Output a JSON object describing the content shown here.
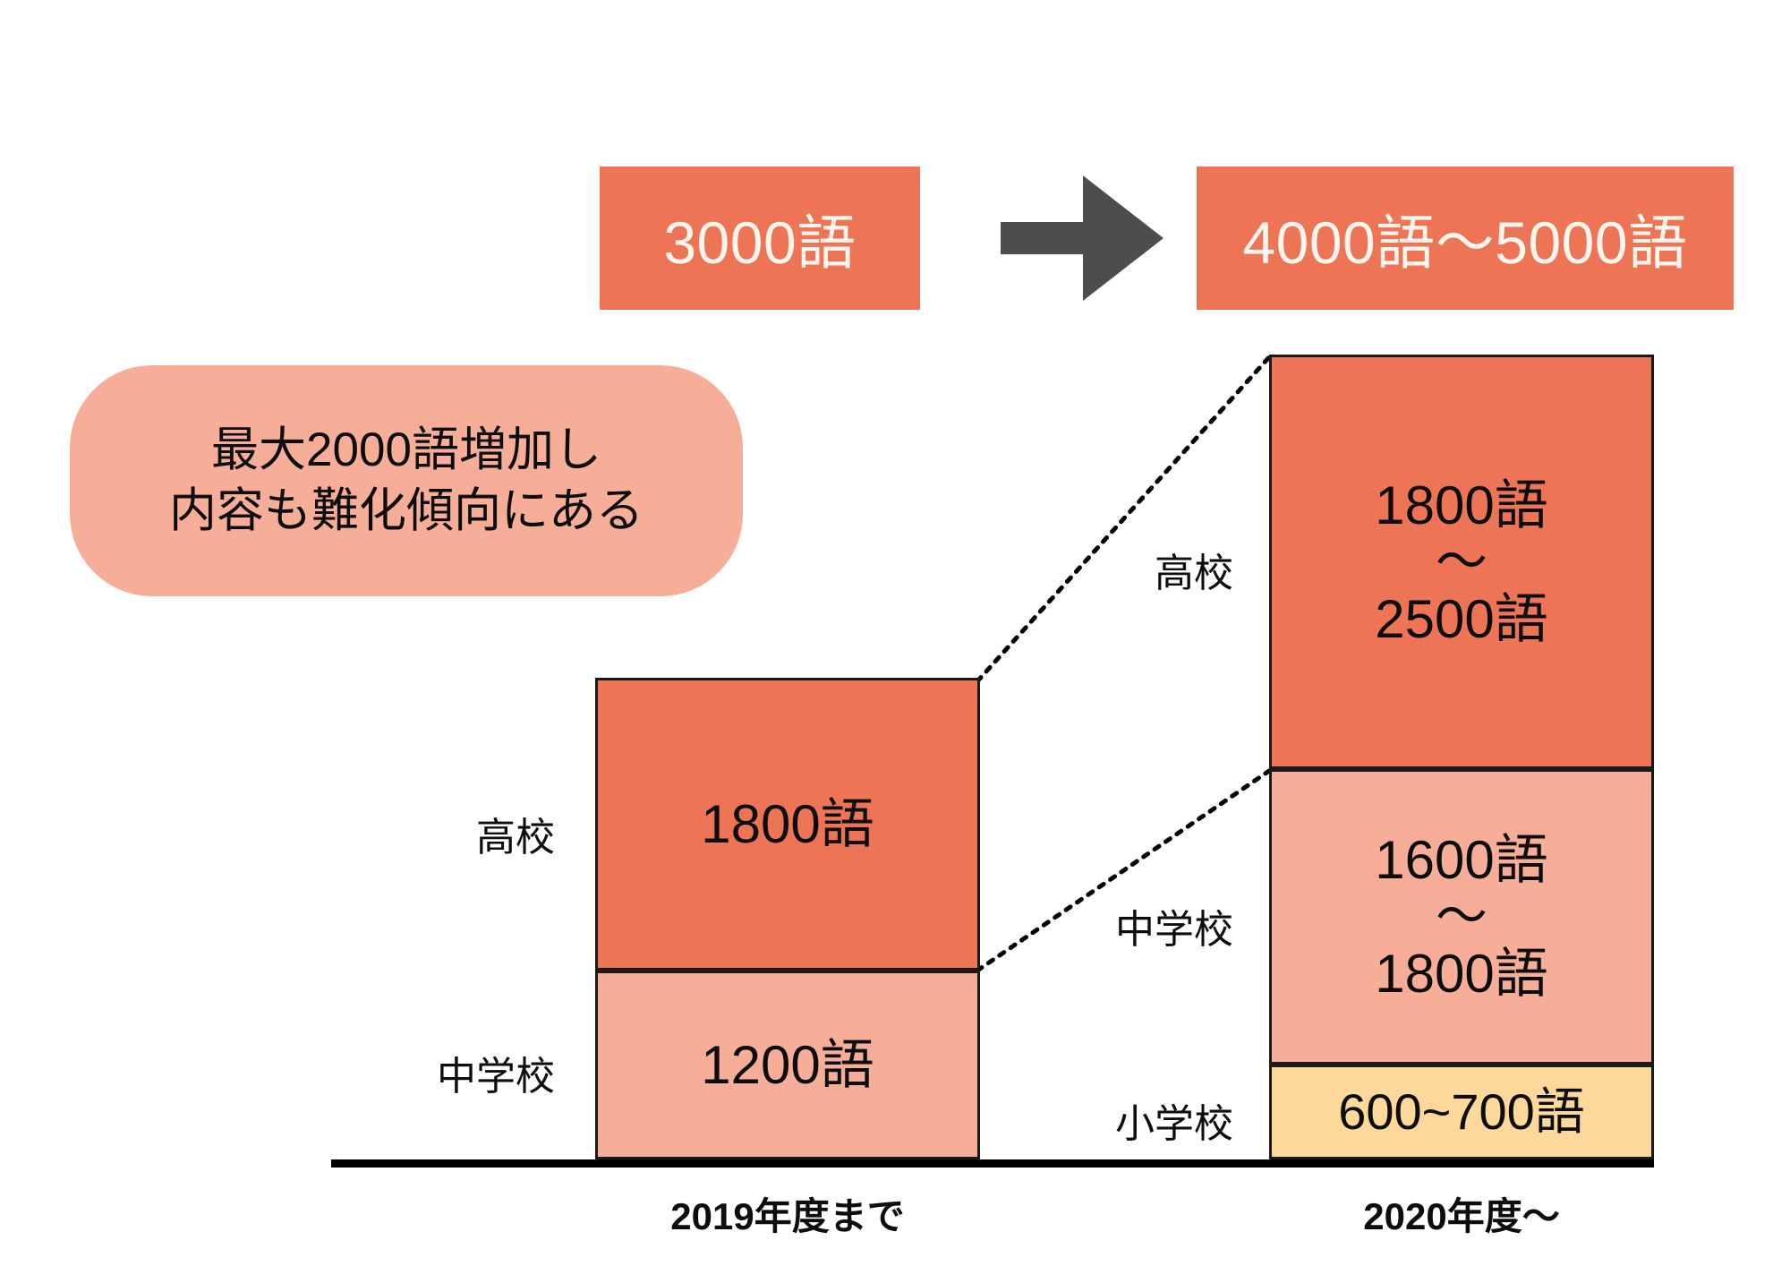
{
  "banners": {
    "before": "3000語",
    "after": "4000語～5000語",
    "arrow_icon": "right-arrow-icon"
  },
  "callout": {
    "line1": "最大2000語増加し",
    "line2": "内容も難化傾向にある"
  },
  "axis": {
    "left_label": "2019年度まで",
    "right_label": "2020年度～"
  },
  "left_chart": {
    "category_labels": {
      "high": "高校",
      "junior": "中学校"
    },
    "segments": {
      "high_value": "1800語",
      "junior_value": "1200語"
    }
  },
  "right_chart": {
    "category_labels": {
      "high": "高校",
      "junior": "中学校",
      "elementary": "小学校"
    },
    "segments": {
      "high_top": "1800語",
      "high_tilde": "～",
      "high_bottom": "2500語",
      "junior_top": "1600語",
      "junior_tilde": "～",
      "junior_bottom": "1800語",
      "elementary_value": "600~700語"
    }
  },
  "colors": {
    "dark_orange": "#ed7454",
    "salmon": "#f6ae99",
    "light_yellow": "#fcd89b",
    "arrow_gray": "#4d4d4d",
    "banner_text": "#fdf6ef"
  },
  "chart_data": {
    "type": "bar",
    "title": "",
    "categories": [
      "2019年度まで",
      "2020年度～"
    ],
    "stacked": true,
    "series": [
      {
        "name": "小学校",
        "values": [
          0,
          650
        ],
        "labels": [
          "",
          "600~700語"
        ],
        "range": [
          null,
          [
            600,
            700
          ]
        ],
        "color": "#fcd89b"
      },
      {
        "name": "中学校",
        "values": [
          1200,
          1700
        ],
        "labels": [
          "1200語",
          "1600語～1800語"
        ],
        "range": [
          [
            1200,
            1200
          ],
          [
            1600,
            1800
          ]
        ],
        "color": "#f6ae99"
      },
      {
        "name": "高校",
        "values": [
          1800,
          2150
        ],
        "labels": [
          "1800語",
          "1800語～2500語"
        ],
        "range": [
          [
            1800,
            1800
          ],
          [
            1800,
            2500
          ]
        ],
        "color": "#ed7454"
      }
    ],
    "totals": [
      "3000語",
      "4000語～5000語"
    ],
    "xlabel": "",
    "ylabel": "",
    "grid": false,
    "annotations": [
      "最大2000語増加し",
      "内容も難化傾向にある"
    ]
  }
}
